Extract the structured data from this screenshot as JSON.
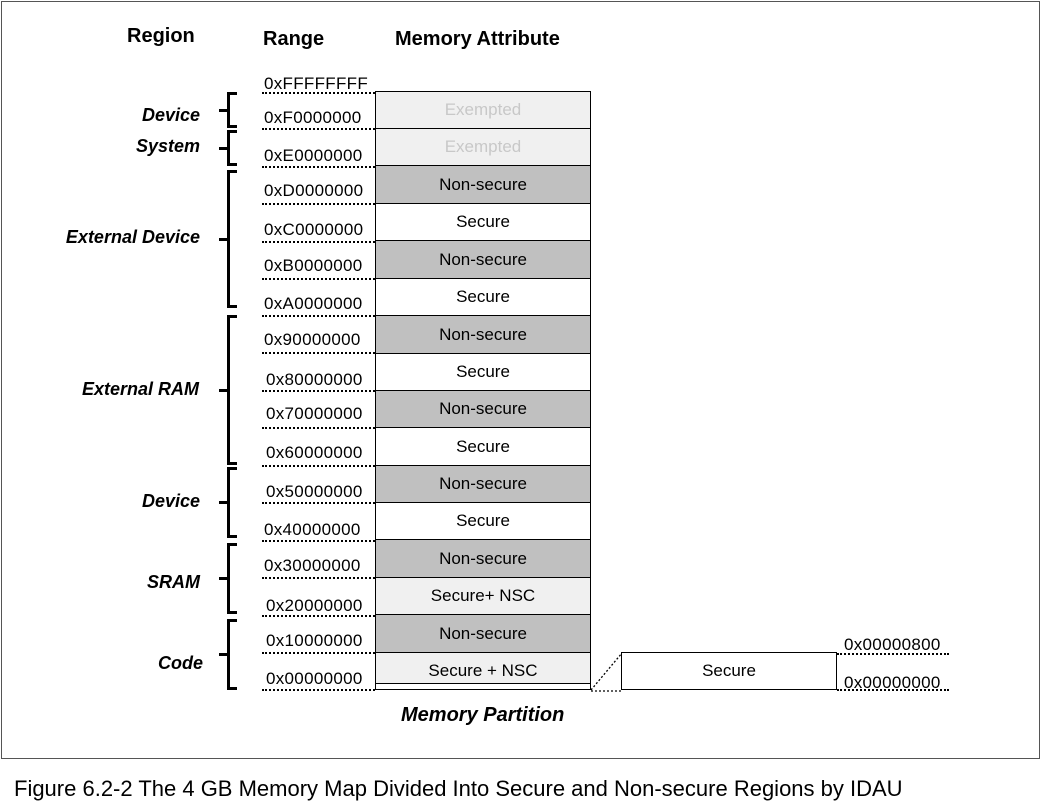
{
  "headers": {
    "region": "Region",
    "range": "Range",
    "attribute": "Memory Attribute"
  },
  "regions": [
    {
      "label": "Device"
    },
    {
      "label": "System"
    },
    {
      "label": "External Device"
    },
    {
      "label": "External RAM"
    },
    {
      "label": "Device"
    },
    {
      "label": "SRAM"
    },
    {
      "label": "Code"
    }
  ],
  "addresses": [
    "0xFFFFFFFF",
    "0xF0000000",
    "0xE0000000",
    "0xD0000000",
    "0xC0000000",
    "0xB0000000",
    "0xA0000000",
    "0x90000000",
    "0x80000000",
    "0x70000000",
    "0x60000000",
    "0x50000000",
    "0x40000000",
    "0x30000000",
    "0x20000000",
    "0x10000000",
    "0x00000000"
  ],
  "attributes": [
    "Exempted",
    "Exempted",
    "Non-secure",
    "Secure",
    "Non-secure",
    "Secure",
    "Non-secure",
    "Secure",
    "Non-secure",
    "Secure",
    "Non-secure",
    "Secure",
    "Non-secure",
    "Secure+ NSC",
    "Non-secure",
    "Secure + NSC"
  ],
  "detail": {
    "label": "Secure",
    "top_address": "0x00000800",
    "bottom_address": "0x00000000"
  },
  "partition_label": "Memory Partition",
  "caption": "Figure 6.2-2 The 4 GB Memory Map Divided Into Secure and Non-secure Regions by IDAU",
  "colors": {
    "non_secure": "#c0c0c0",
    "secure": "#ffffff",
    "secure_nsc": "#f0f0f0",
    "exempted_text": "#c8c8c8"
  }
}
